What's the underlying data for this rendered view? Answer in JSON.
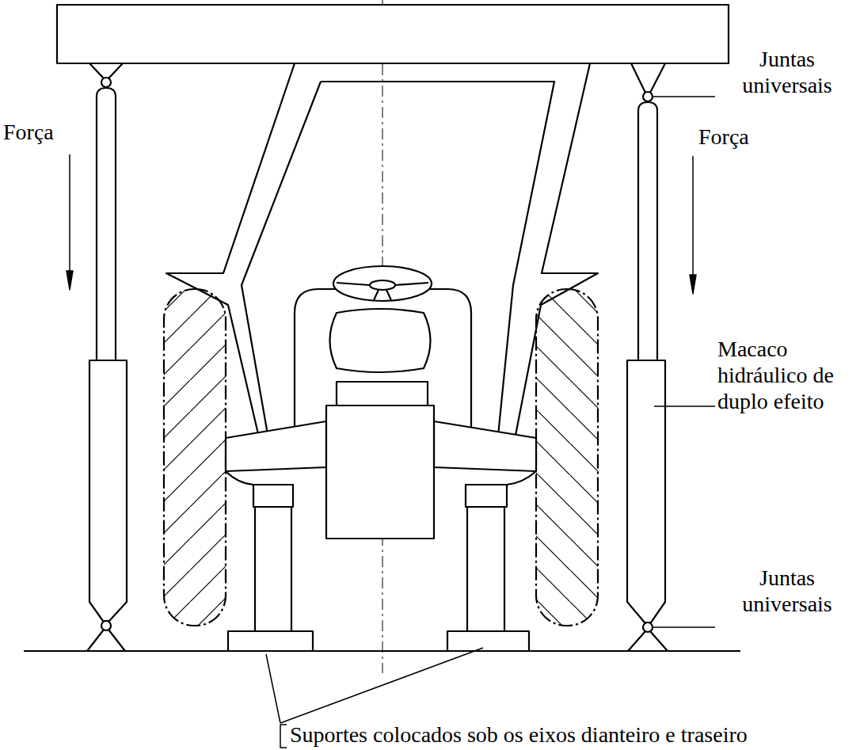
{
  "diagram": {
    "labels": [
      "Juntas universais",
      "Força",
      "Força",
      "Macaco hidráulico de duplo efeito",
      "Juntas universais",
      "Suportes colocados sob os eixos dianteiro e traseiro"
    ]
  }
}
